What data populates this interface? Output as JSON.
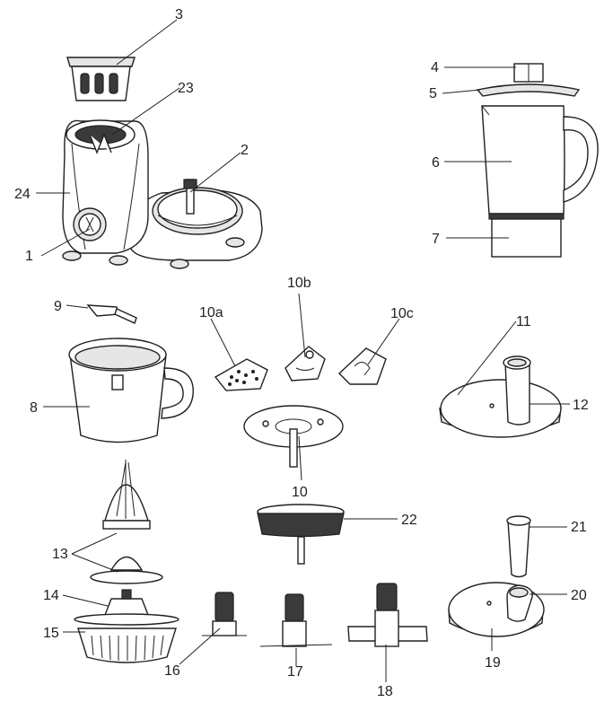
{
  "colors": {
    "line": "#231f20",
    "fill": "#ffffff",
    "shade": "#e6e6e6",
    "dark": "#3a3a3a"
  },
  "labels": {
    "l1": "1",
    "l2": "2",
    "l3": "3",
    "l4": "4",
    "l5": "5",
    "l6": "6",
    "l7": "7",
    "l8": "8",
    "l9": "9",
    "l10": "10",
    "l10a": "10a",
    "l10b": "10b",
    "l10c": "10c",
    "l11": "11",
    "l12": "12",
    "l13": "13",
    "l14": "14",
    "l15": "15",
    "l16": "16",
    "l17": "17",
    "l18": "18",
    "l19": "19",
    "l20": "20",
    "l21": "21",
    "l22": "22",
    "l23": "23",
    "l24": "24"
  }
}
